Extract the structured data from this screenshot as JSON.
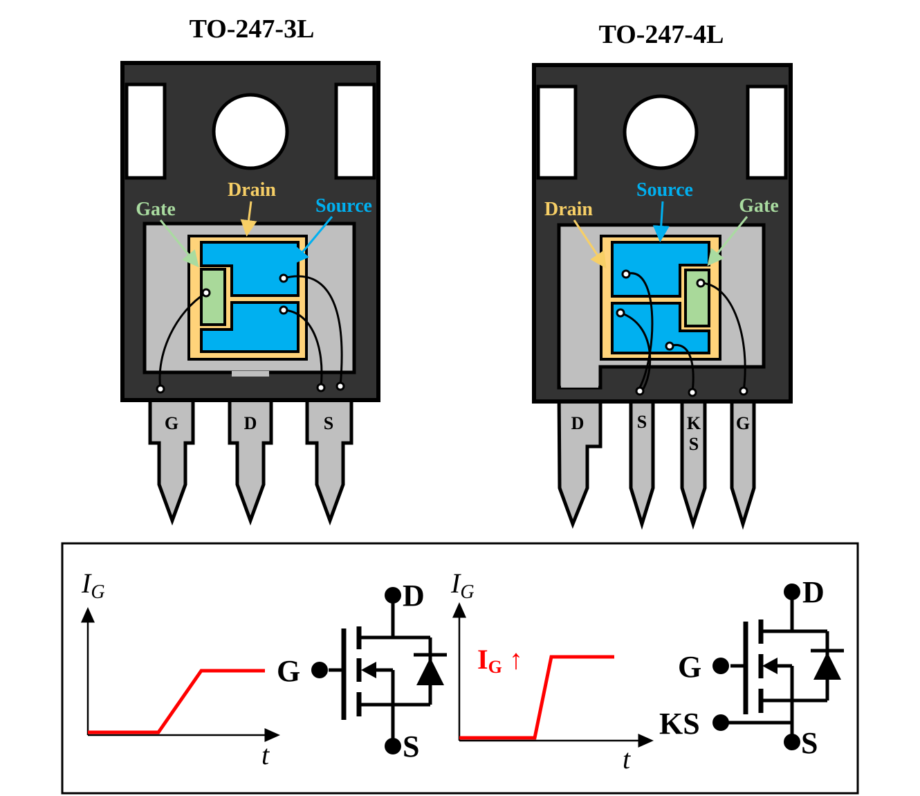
{
  "packages": {
    "three_lead": {
      "title": "TO-247-3L",
      "labels": {
        "drain": "Drain",
        "gate": "Gate",
        "source": "Source"
      },
      "pins": [
        "G",
        "D",
        "S"
      ]
    },
    "four_lead": {
      "title": "TO-247-4L",
      "labels": {
        "drain": "Drain",
        "gate": "Gate",
        "source": "Source"
      },
      "pins": {
        "d": "D",
        "s": "S",
        "ks_line1": "K",
        "ks_line2": "S",
        "g": "G"
      }
    }
  },
  "bottom": {
    "graph1": {
      "y_main": "I",
      "y_sub": "G",
      "x": "t"
    },
    "graph2": {
      "y_main": "I",
      "y_sub": "G",
      "x": "t",
      "annot_main": "I",
      "annot_sub": "G",
      "annot_arrow": "↑"
    },
    "symbol1": {
      "d": "D",
      "g": "G",
      "s": "S"
    },
    "symbol2": {
      "d": "D",
      "g": "G",
      "s": "S",
      "ks": "KS"
    }
  },
  "colors": {
    "body": "#333333",
    "tab": "#bfbfbf",
    "drain": "#ffd37a",
    "drain_label": "#f7cf66",
    "source": "#00b0f0",
    "gate_pad": "#a9d99a",
    "gate_label": "#a9dba0",
    "curve": "#ff0000"
  }
}
